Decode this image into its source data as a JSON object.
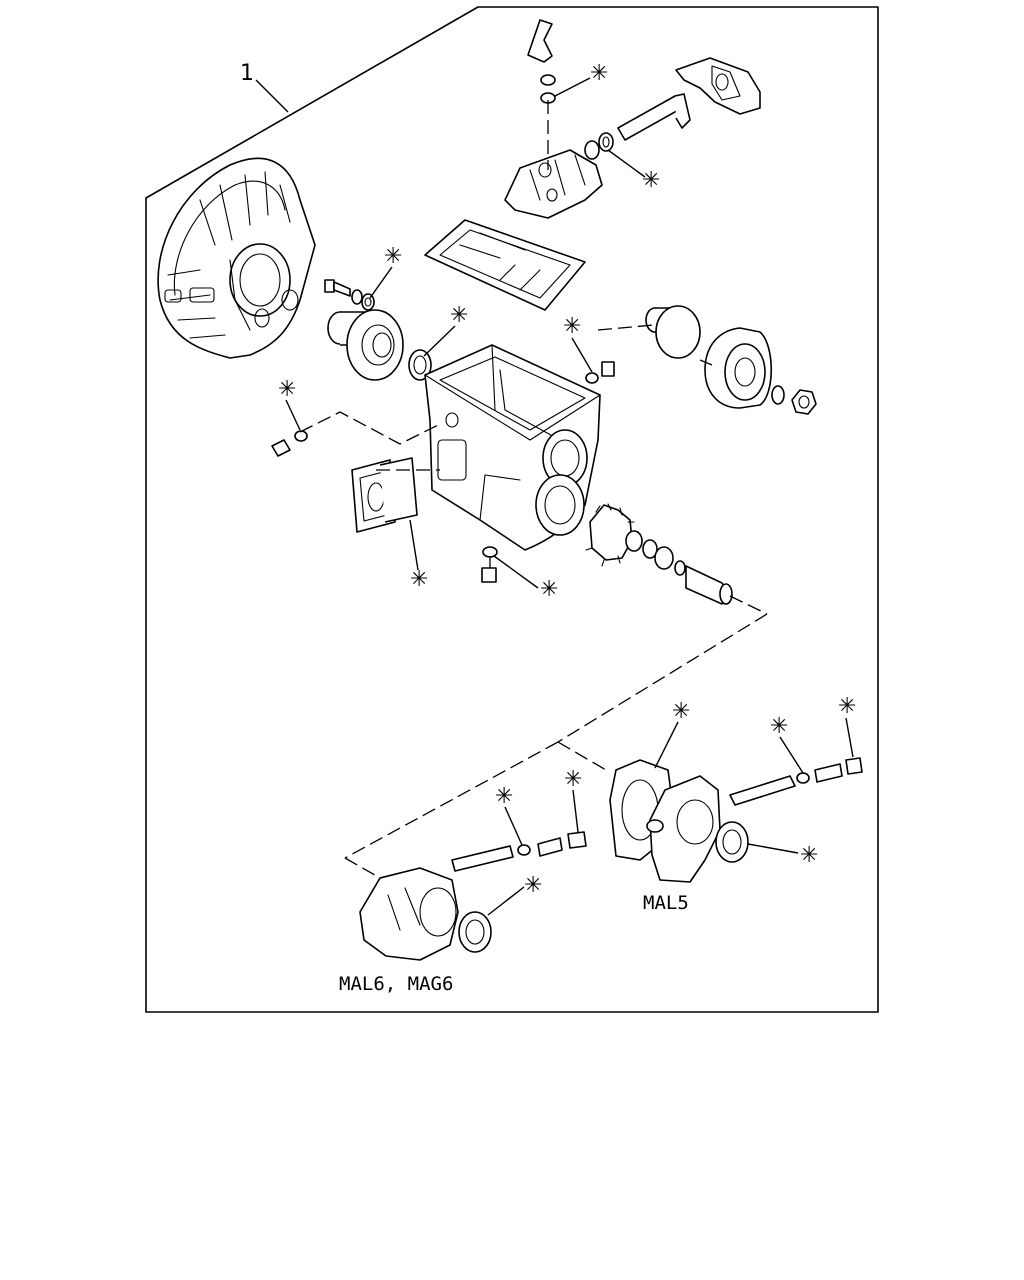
{
  "diagram": {
    "item_number": "1",
    "marker_symbol": "✳",
    "labels": {
      "variant_a": "MAL5",
      "variant_b": "MAL6, MAG6"
    }
  }
}
